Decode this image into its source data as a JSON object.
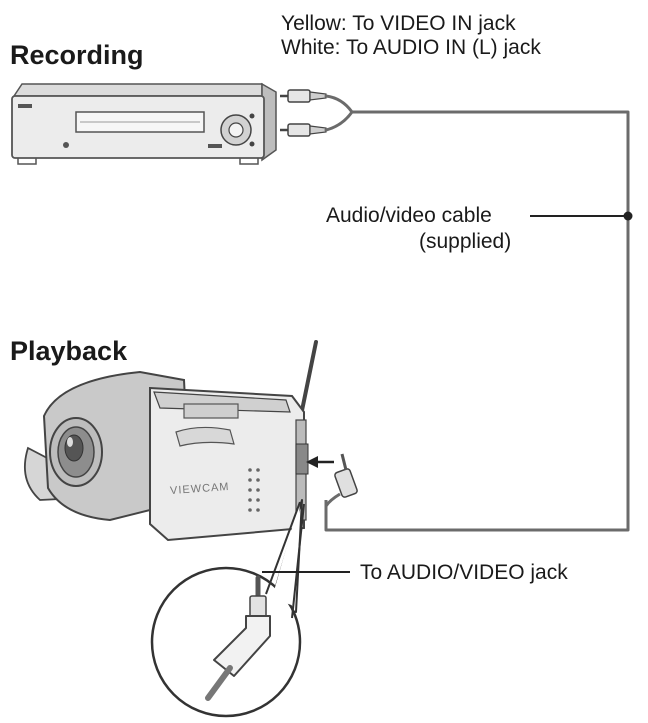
{
  "sections": {
    "recording": "Recording",
    "playback": "Playback"
  },
  "callouts": {
    "yellow_line": "Yellow: To VIDEO IN jack",
    "white_line": "White: To AUDIO IN (L) jack",
    "cable_line1": "Audio/video cable",
    "cable_line2": "(supplied)",
    "jack": "To AUDIO/VIDEO jack"
  },
  "devices": {
    "camcorder_brand": "VIEWCAM"
  }
}
